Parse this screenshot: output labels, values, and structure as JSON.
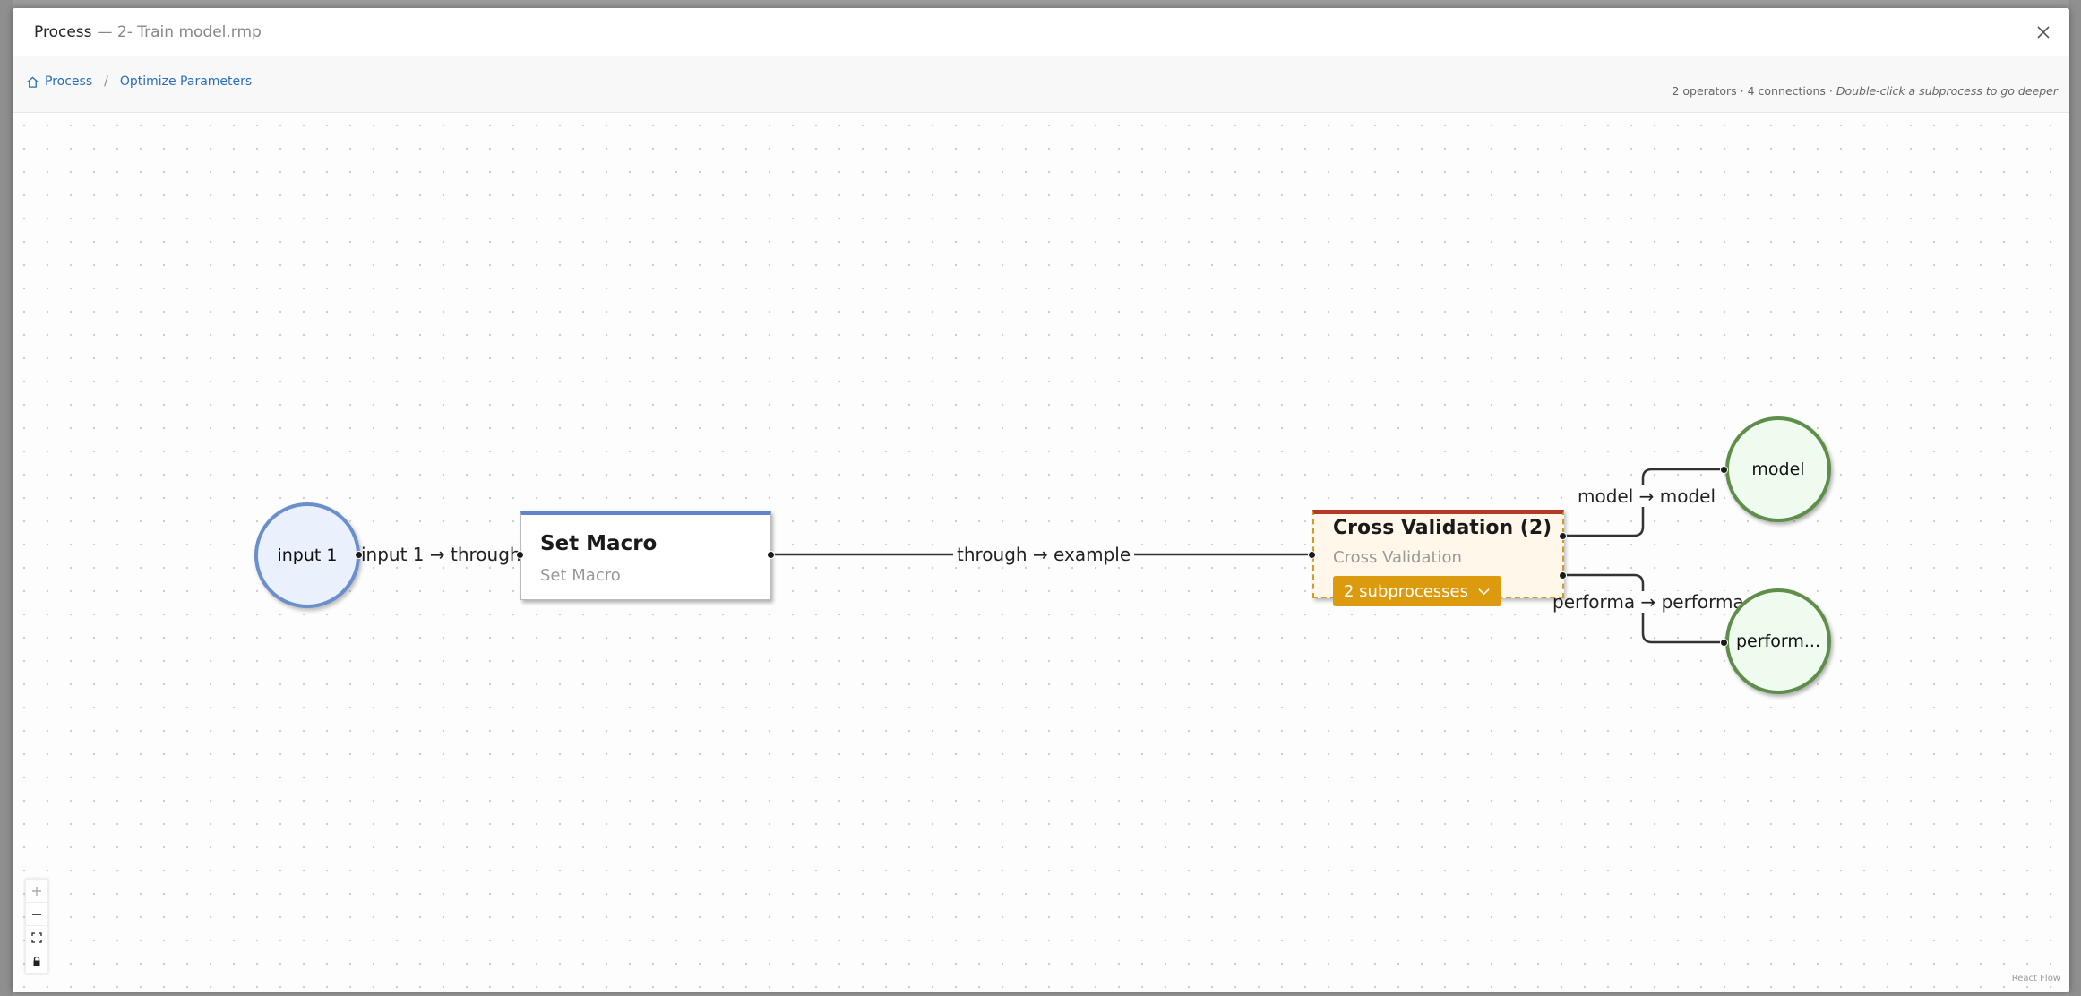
{
  "modal": {
    "title": "Process",
    "subtitle": "— 2- Train model.rmp",
    "close_icon": "close-icon"
  },
  "breadcrumb": {
    "home_icon": "home-icon",
    "items": [
      "Process",
      "Optimize Parameters"
    ],
    "separator": "/"
  },
  "stats": {
    "summary": "2 operators · 4 connections · ",
    "hint": "Double-click a subprocess to go deeper"
  },
  "nodes": {
    "input": {
      "label": "input 1"
    },
    "set_macro": {
      "title": "Set Macro",
      "subtitle": "Set Macro"
    },
    "cross_validation": {
      "title": "Cross Validation (2)",
      "subtitle": "Cross Validation",
      "button": "2 subprocesses"
    },
    "output_model": {
      "label": "model"
    },
    "output_performance": {
      "label": "perform..."
    }
  },
  "edges": {
    "e1": "input 1 → through",
    "e2": "through → example",
    "e3": "model → model",
    "e4": "performa → performa"
  },
  "controls": {
    "zoom_in": "+",
    "zoom_out": "—"
  },
  "attribution": "React Flow",
  "colors": {
    "link": "#2a6ebb",
    "input_border": "#6b8fcc",
    "output_border": "#5e8e4a",
    "operator_bar": "#5f86cb",
    "subprocess_bar": "#b43a26",
    "subprocess_button": "#dc9a0e"
  }
}
